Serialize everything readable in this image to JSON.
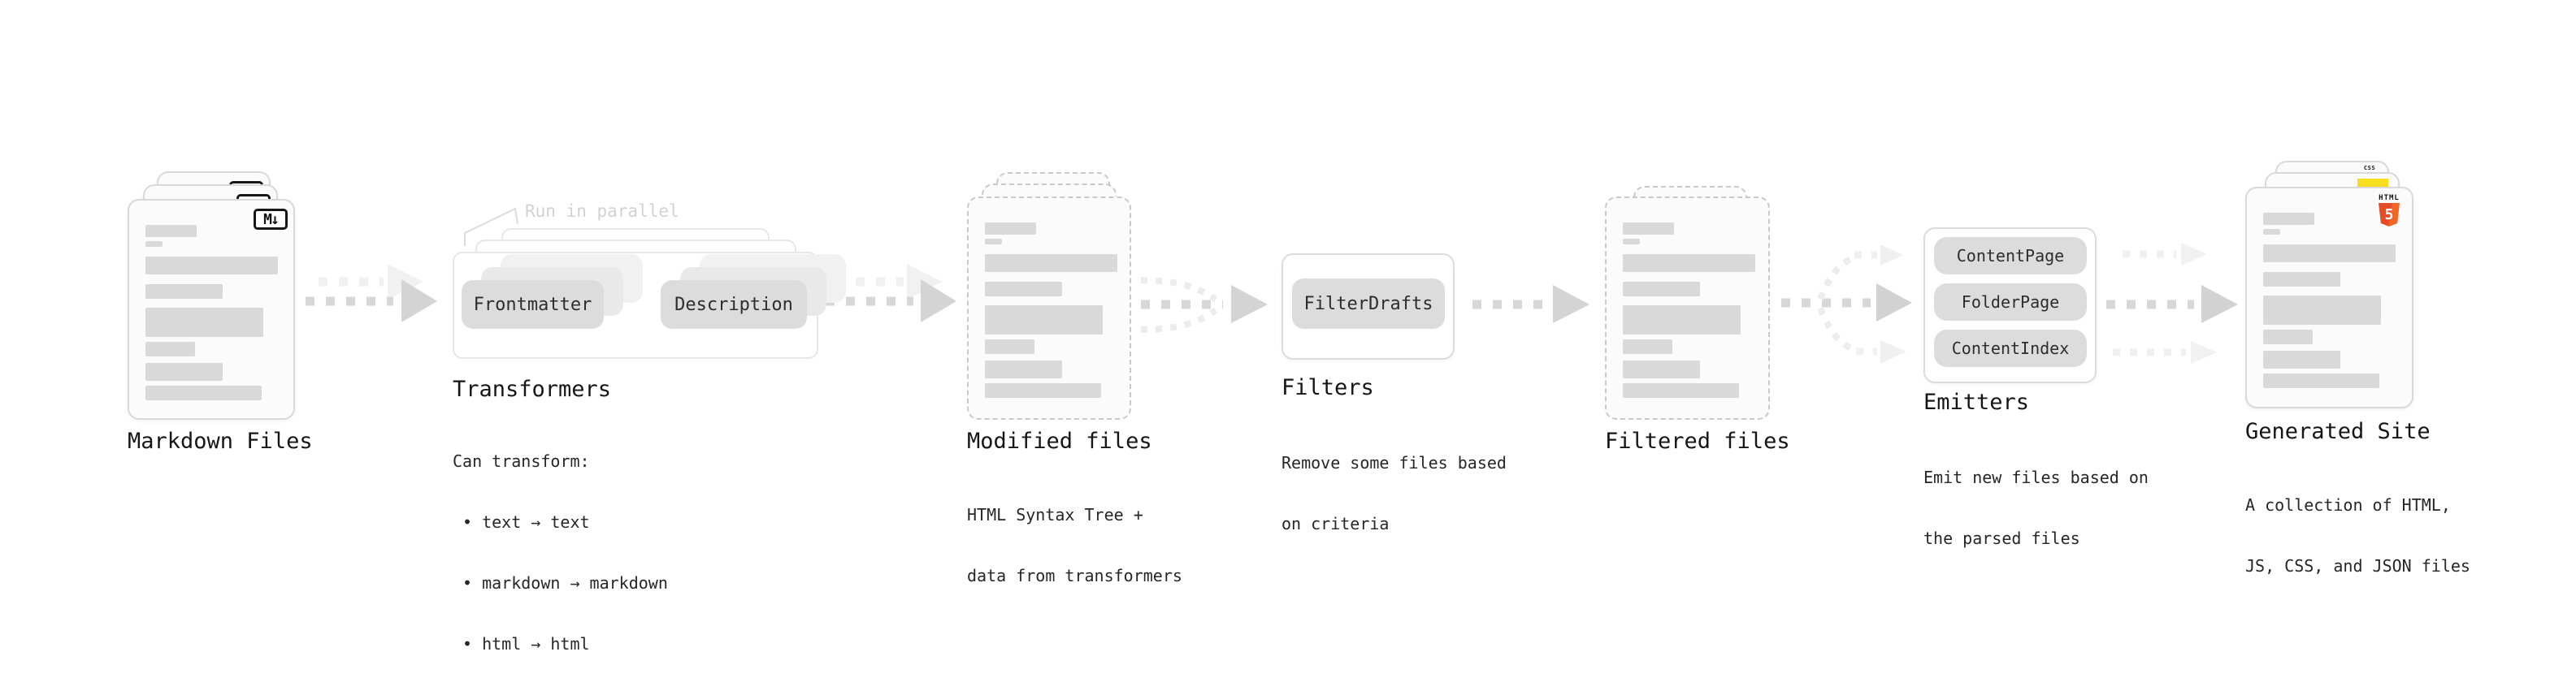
{
  "diagram": {
    "nodes": {
      "markdown_files": {
        "label": "Markdown Files",
        "file_badge": "M↓"
      },
      "transformers": {
        "label": "Transformers",
        "annotation": "Run in parallel",
        "pill_left": "Frontmatter",
        "pill_right": "Description",
        "desc_intro": "Can transform:",
        "bullets": [
          "• text → text",
          "• markdown → markdown",
          "• html → html"
        ]
      },
      "modified_files": {
        "label": "Modified files",
        "desc": [
          "HTML Syntax Tree +",
          "data from transformers"
        ]
      },
      "filters": {
        "label": "Filters",
        "pill": "FilterDrafts",
        "desc": [
          "Remove some files based",
          "on criteria"
        ]
      },
      "filtered_files": {
        "label": "Filtered files"
      },
      "emitters": {
        "label": "Emitters",
        "pills": [
          "ContentPage",
          "FolderPage",
          "ContentIndex"
        ],
        "desc": [
          "Emit new files based on",
          "the parsed files"
        ]
      },
      "generated_site": {
        "label": "Generated Site",
        "desc": [
          "A collection of HTML,",
          "JS, CSS, and JSON files"
        ],
        "css_badge": "CSS",
        "html_badge_word": "HTML",
        "html_badge_number": "5"
      }
    },
    "colors": {
      "html5_orange": "#e44d26",
      "html5_orange_light": "#f16529",
      "js_yellow": "#f7df1e",
      "css_blue": "#2d6ce0",
      "arrow_gray": "#d7d7d7",
      "bar_gray": "#d9d9d9"
    }
  }
}
